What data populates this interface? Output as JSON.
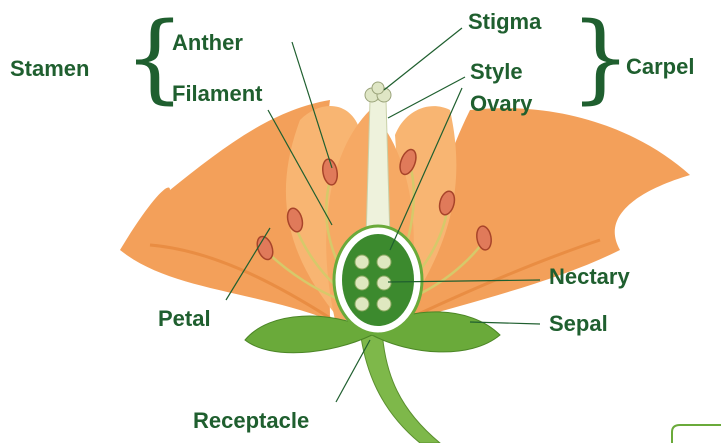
{
  "colors": {
    "label": "#1f5f2f",
    "leader": "#1f5f2f",
    "petal": "#f4a35c",
    "petal_dark": "#e07a2c",
    "sepal": "#6aaa3a",
    "style": "#f4f6e8",
    "stamen_filament": "#d6c96a",
    "anther": "#e07a5a"
  },
  "labels": {
    "stamen": "Stamen",
    "anther": "Anther",
    "filament": "Filament",
    "carpel": "Carpel",
    "stigma": "Stigma",
    "style": "Style",
    "ovary": "Ovary",
    "nectary": "Nectary",
    "petal": "Petal",
    "sepal": "Sepal",
    "receptacle": "Receptacle"
  },
  "braces": {
    "open": "{",
    "close": "}"
  }
}
